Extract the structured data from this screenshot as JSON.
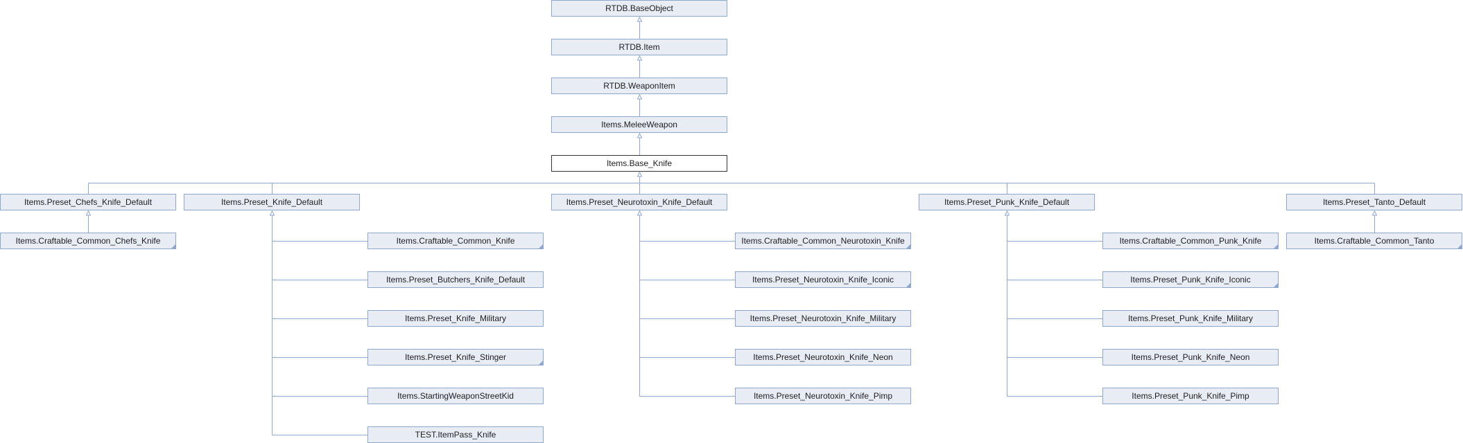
{
  "diagram": {
    "nodes": [
      {
        "id": "base_object",
        "label": "RTDB.BaseObject"
      },
      {
        "id": "item",
        "label": "RTDB.Item"
      },
      {
        "id": "weapon_item",
        "label": "RTDB.WeaponItem"
      },
      {
        "id": "melee_weapon",
        "label": "Items.MeleeWeapon"
      },
      {
        "id": "base_knife",
        "label": "Items.Base_Knife",
        "current": true
      },
      {
        "id": "chefs_default",
        "label": "Items.Preset_Chefs_Knife_Default"
      },
      {
        "id": "knife_default",
        "label": "Items.Preset_Knife_Default"
      },
      {
        "id": "neuro_default",
        "label": "Items.Preset_Neurotoxin_Knife_Default"
      },
      {
        "id": "punk_default",
        "label": "Items.Preset_Punk_Knife_Default"
      },
      {
        "id": "tanto_default",
        "label": "Items.Preset_Tanto_Default"
      },
      {
        "id": "craft_chefs",
        "label": "Items.Craftable_Common_Chefs_Knife",
        "truncated": true
      },
      {
        "id": "craft_knife",
        "label": "Items.Craftable_Common_Knife",
        "truncated": true
      },
      {
        "id": "butchers_default",
        "label": "Items.Preset_Butchers_Knife_Default"
      },
      {
        "id": "knife_military",
        "label": "Items.Preset_Knife_Military"
      },
      {
        "id": "knife_stinger",
        "label": "Items.Preset_Knife_Stinger",
        "truncated": true
      },
      {
        "id": "starting_streetkid",
        "label": "Items.StartingWeaponStreetKid"
      },
      {
        "id": "test_itempass",
        "label": "TEST.ItemPass_Knife"
      },
      {
        "id": "craft_neuro",
        "label": "Items.Craftable_Common_Neurotoxin_Knife",
        "truncated": true
      },
      {
        "id": "neuro_iconic",
        "label": "Items.Preset_Neurotoxin_Knife_Iconic",
        "truncated": true
      },
      {
        "id": "neuro_military",
        "label": "Items.Preset_Neurotoxin_Knife_Military"
      },
      {
        "id": "neuro_neon",
        "label": "Items.Preset_Neurotoxin_Knife_Neon"
      },
      {
        "id": "neuro_pimp",
        "label": "Items.Preset_Neurotoxin_Knife_Pimp"
      },
      {
        "id": "craft_punk",
        "label": "Items.Craftable_Common_Punk_Knife",
        "truncated": true
      },
      {
        "id": "punk_iconic",
        "label": "Items.Preset_Punk_Knife_Iconic",
        "truncated": true
      },
      {
        "id": "punk_military",
        "label": "Items.Preset_Punk_Knife_Military"
      },
      {
        "id": "punk_neon",
        "label": "Items.Preset_Punk_Knife_Neon"
      },
      {
        "id": "punk_pimp",
        "label": "Items.Preset_Punk_Knife_Pimp"
      },
      {
        "id": "craft_tanto",
        "label": "Items.Craftable_Common_Tanto",
        "truncated": true
      }
    ],
    "edges": [
      {
        "parent": "base_object",
        "child": "item"
      },
      {
        "parent": "item",
        "child": "weapon_item"
      },
      {
        "parent": "weapon_item",
        "child": "melee_weapon"
      },
      {
        "parent": "melee_weapon",
        "child": "base_knife"
      },
      {
        "parent": "base_knife",
        "child": "chefs_default"
      },
      {
        "parent": "base_knife",
        "child": "knife_default"
      },
      {
        "parent": "base_knife",
        "child": "neuro_default"
      },
      {
        "parent": "base_knife",
        "child": "punk_default"
      },
      {
        "parent": "base_knife",
        "child": "tanto_default"
      },
      {
        "parent": "chefs_default",
        "child": "craft_chefs"
      },
      {
        "parent": "knife_default",
        "child": "craft_knife"
      },
      {
        "parent": "knife_default",
        "child": "butchers_default"
      },
      {
        "parent": "knife_default",
        "child": "knife_military"
      },
      {
        "parent": "knife_default",
        "child": "knife_stinger"
      },
      {
        "parent": "knife_default",
        "child": "starting_streetkid"
      },
      {
        "parent": "knife_default",
        "child": "test_itempass"
      },
      {
        "parent": "neuro_default",
        "child": "craft_neuro"
      },
      {
        "parent": "neuro_default",
        "child": "neuro_iconic"
      },
      {
        "parent": "neuro_default",
        "child": "neuro_military"
      },
      {
        "parent": "neuro_default",
        "child": "neuro_neon"
      },
      {
        "parent": "neuro_default",
        "child": "neuro_pimp"
      },
      {
        "parent": "punk_default",
        "child": "craft_punk"
      },
      {
        "parent": "punk_default",
        "child": "punk_iconic"
      },
      {
        "parent": "punk_default",
        "child": "punk_military"
      },
      {
        "parent": "punk_default",
        "child": "punk_neon"
      },
      {
        "parent": "punk_default",
        "child": "punk_pimp"
      },
      {
        "parent": "tanto_default",
        "child": "craft_tanto"
      }
    ],
    "colors": {
      "node_fill": "#e8ecf5",
      "node_border": "#8fa6cd",
      "current_border": "#333333",
      "edge": "#8fa6cd"
    }
  }
}
